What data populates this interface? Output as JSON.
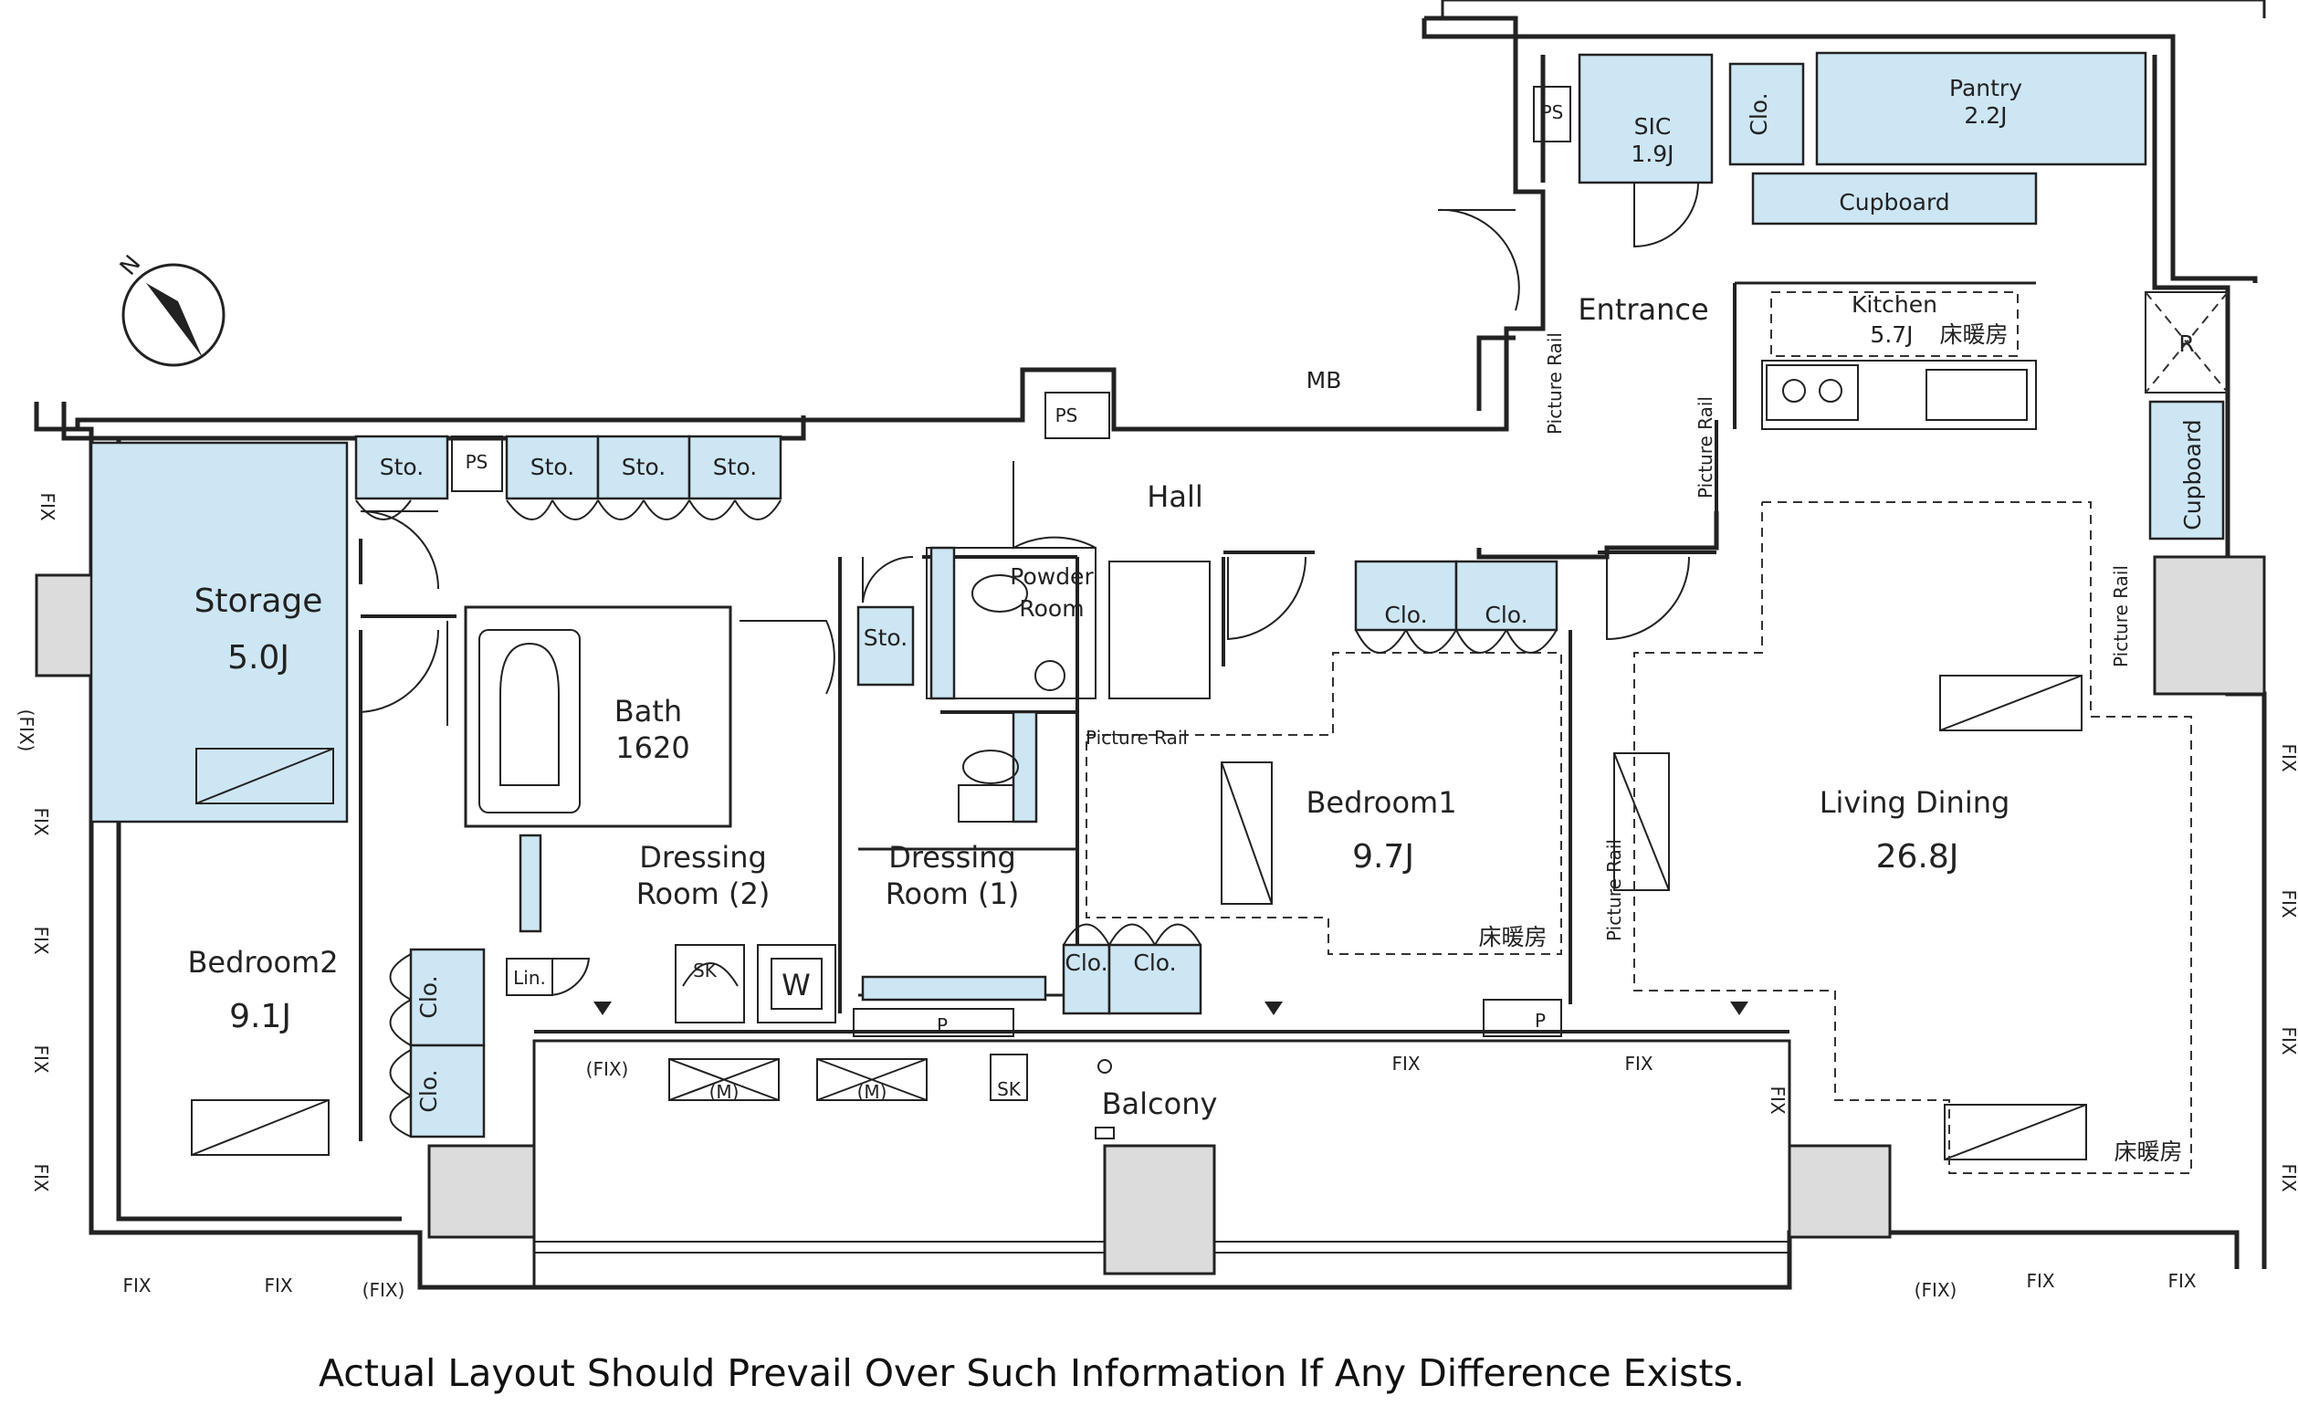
{
  "colors": {
    "room_fill": "#cde6f3",
    "wall": "#222222",
    "column": "#dcdcdc"
  },
  "rooms": {
    "storage": {
      "name": "Storage",
      "size": "5.0J"
    },
    "bath": {
      "name": "Bath",
      "size": "1620"
    },
    "dressing2": {
      "line1": "Dressing",
      "line2": "Room (2)"
    },
    "dressing1": {
      "line1": "Dressing",
      "line2": "Room (1)"
    },
    "powder": {
      "line1": "Powder",
      "line2": "Room"
    },
    "bedroom1": {
      "name": "Bedroom1",
      "size": "9.7J",
      "floor_heating": "床暖房"
    },
    "bedroom2": {
      "name": "Bedroom2",
      "size": "9.1J"
    },
    "living": {
      "name": "Living Dining",
      "size": "26.8J",
      "floor_heating": "床暖房"
    },
    "kitchen": {
      "name": "Kitchen",
      "size": "5.7J",
      "floor_heating": "床暖房"
    },
    "pantry": {
      "name": "Pantry",
      "size": "2.2J"
    },
    "sic": {
      "name": "SIC",
      "size": "1.9J"
    },
    "entrance": {
      "name": "Entrance"
    },
    "hall": {
      "name": "Hall"
    },
    "balcony": {
      "name": "Balcony"
    }
  },
  "labels": {
    "sto": "Sto.",
    "clo": "Clo.",
    "ps": "PS",
    "mb": "MB",
    "cupboard": "Cupboard",
    "picture_rail": "Picture Rail",
    "lin": "Lin.",
    "sk": "SK",
    "w": "W",
    "p": "P",
    "r": "R",
    "m": "(M)",
    "fix": "FIX",
    "fix_paren": "(FIX)",
    "north": "N"
  },
  "disclaimer": "Actual Layout Should Prevail Over Such Information If Any Difference Exists."
}
